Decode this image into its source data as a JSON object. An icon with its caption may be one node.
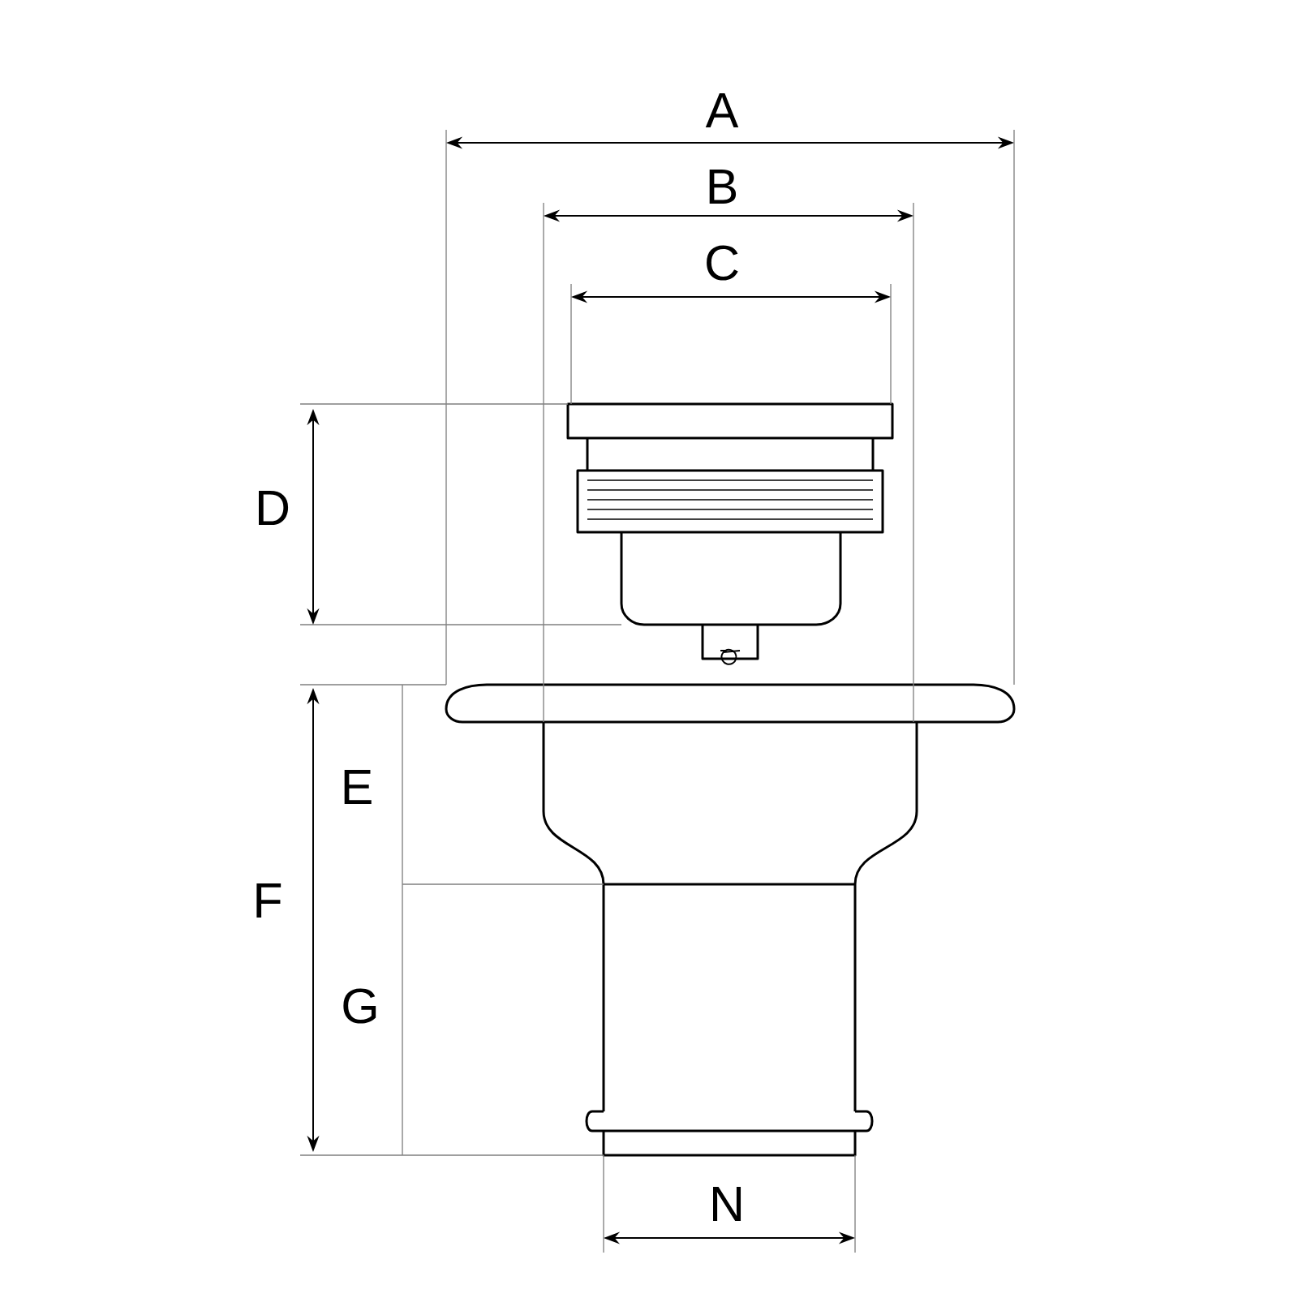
{
  "diagram": {
    "labels": [
      "A",
      "B",
      "C",
      "D",
      "E",
      "F",
      "G",
      "N"
    ]
  }
}
